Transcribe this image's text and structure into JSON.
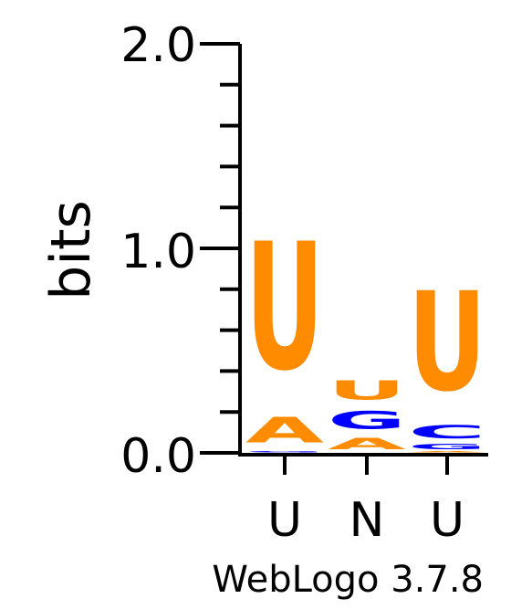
{
  "chart_data": {
    "type": "sequence-logo",
    "ylabel": "bits",
    "ylim": [
      0,
      2.0
    ],
    "y_tick_labels": [
      "0.0",
      "1.0",
      "2.0"
    ],
    "y_minor_tick_step": 0.2,
    "footer": "WebLogo 3.7.8",
    "colors": {
      "U": "#ff8c00",
      "A": "#ff8c00",
      "G": "#0000ff",
      "C": "#0000ff"
    },
    "positions": [
      {
        "label": "U",
        "stack": [
          {
            "letter": "G",
            "bits": 0.01
          },
          {
            "letter": "A",
            "bits": 0.2
          },
          {
            "letter": "U",
            "bits": 1.0
          }
        ]
      },
      {
        "label": "N",
        "stack": [
          {
            "letter": "A",
            "bits": 0.09
          },
          {
            "letter": "G",
            "bits": 0.14
          },
          {
            "letter": "U",
            "bits": 0.15
          }
        ]
      },
      {
        "label": "U",
        "stack": [
          {
            "letter": "A",
            "bits": 0.01
          },
          {
            "letter": "G",
            "bits": 0.04
          },
          {
            "letter": "C",
            "bits": 0.1
          },
          {
            "letter": "U",
            "bits": 0.78
          }
        ]
      }
    ]
  }
}
